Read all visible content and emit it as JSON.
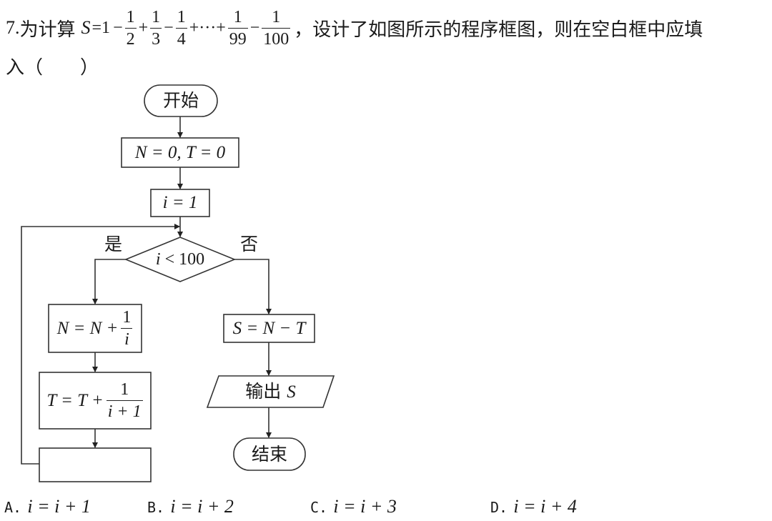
{
  "question": {
    "number": "7.",
    "lead": "为计算",
    "s_var": "S",
    "eq": "=1",
    "minus": "−",
    "plus": "+",
    "dots": "+···+",
    "f1": {
      "n": "1",
      "d": "2"
    },
    "f2": {
      "n": "1",
      "d": "3"
    },
    "f3": {
      "n": "1",
      "d": "4"
    },
    "f4": {
      "n": "1",
      "d": "99"
    },
    "f5": {
      "n": "1",
      "d": "100"
    },
    "tail": "，设计了如图所示的程序框图，则在空白框中应填",
    "line2": "入（　　）"
  },
  "flowchart": {
    "start": "开始",
    "init": "N = 0, T = 0",
    "init_i": "i = 1",
    "cond_i": "i",
    "cond_rest": "< 100",
    "yes": "是",
    "no": "否",
    "stepN_lhs": "N = N +",
    "stepN_num": "1",
    "stepN_den": "i",
    "stepT_lhs": "T = T +",
    "stepT_num": "1",
    "stepT_den": "i + 1",
    "blank": "",
    "result": "S = N − T",
    "output": "输出",
    "output_var": "S",
    "end": "结束"
  },
  "options": [
    {
      "label": "A.",
      "expr": "i = i + 1"
    },
    {
      "label": "B.",
      "expr": "i = i + 2"
    },
    {
      "label": "C.",
      "expr": "i = i + 3"
    },
    {
      "label": "D.",
      "expr": "i = i + 4"
    }
  ]
}
